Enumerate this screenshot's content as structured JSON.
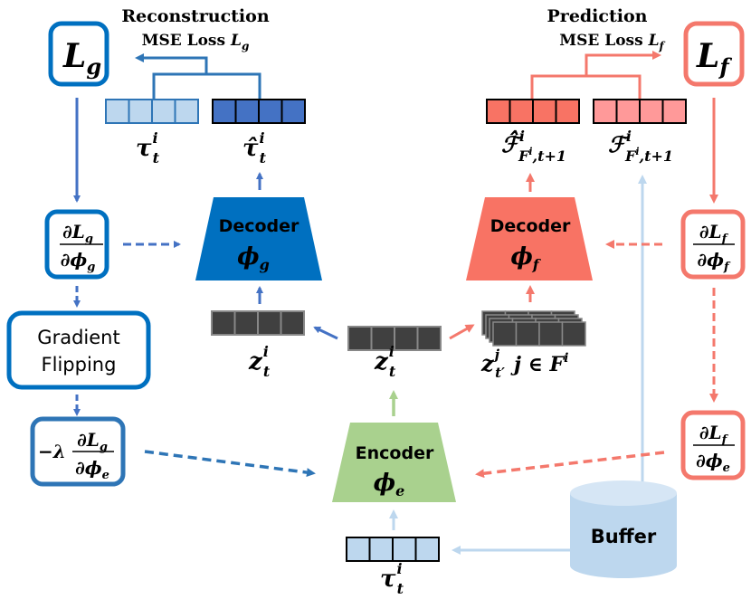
{
  "colors": {
    "blue_dark": "#0070c0",
    "blue_mid": "#2e75b6",
    "blue_arrow": "#4472c4",
    "blue_light": "#bdd7ee",
    "blue_fill_dark": "#4472c4",
    "red": "#f4786c",
    "red_light": "#ff9999",
    "red_dark_fill": "#f87364",
    "green": "#a9d18e",
    "gray_cell": "#404040",
    "buffer": "#bdd7ee"
  },
  "reconstruction": {
    "title": "Reconstruction",
    "loss_label": "MSE Loss ",
    "loss_symbol": "L",
    "loss_sub": "g",
    "loss_box_symbol": "L",
    "loss_box_sub": "g",
    "target_vec": {
      "base": "τ",
      "sup": "i",
      "sub": "t"
    },
    "pred_vec": {
      "base": "τ̂",
      "sup": "i",
      "sub": "t"
    },
    "decoder": {
      "label": "Decoder",
      "symbol": "ϕ",
      "sub": "g"
    },
    "grad_phi": {
      "num": "∂L",
      "num_sub": "g",
      "den": "∂ϕ",
      "den_sub": "g"
    },
    "gradient_flipping": [
      "Gradient",
      "Flipping"
    ],
    "neg_grad": {
      "prefix": "−λ",
      "num": "∂L",
      "num_sub": "g",
      "den": "∂ϕ",
      "den_sub": "e"
    },
    "z_left": {
      "base": "z",
      "sup": "i",
      "sub": "t"
    }
  },
  "prediction": {
    "title": "Prediction",
    "loss_label": "MSE Loss ",
    "loss_symbol": "L",
    "loss_sub": "f",
    "loss_box_symbol": "L",
    "loss_box_sub": "f",
    "pred_vec": {
      "base": "ℱ̂",
      "sup": "i",
      "sub": "F",
      "sub_sup": "i",
      "sub_rest": ",t+1"
    },
    "target_vec": {
      "base": "ℱ",
      "sup": "i",
      "sub": "F",
      "sub_sup": "i",
      "sub_rest": ",t+1"
    },
    "decoder": {
      "label": "Decoder",
      "symbol": "ϕ",
      "sub": "f"
    },
    "grad_phi_f": {
      "num": "∂L",
      "num_sub": "f",
      "den": "∂ϕ",
      "den_sub": "f"
    },
    "grad_phi_e": {
      "num": "∂L",
      "num_sub": "f",
      "den": "∂ϕ",
      "den_sub": "e"
    },
    "z_neighbors": {
      "base": "z",
      "sup": "j",
      "sub": "t′",
      "cond": "j ∈ F",
      "cond_sup": "i"
    }
  },
  "shared": {
    "z_center": {
      "base": "z",
      "sup": "i",
      "sub": "t"
    },
    "encoder": {
      "label": "Encoder",
      "symbol": "ϕ",
      "sub": "e"
    },
    "input_vec": {
      "base": "τ",
      "sup": "i",
      "sub": "t"
    },
    "buffer_label": "Buffer"
  }
}
